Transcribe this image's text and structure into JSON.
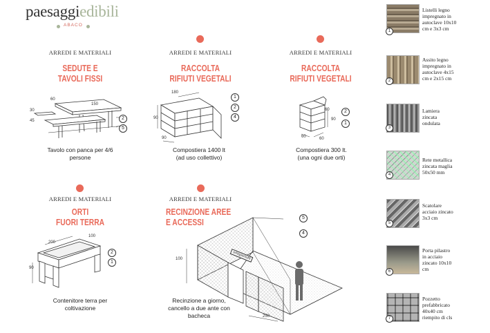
{
  "header": {
    "logo_a": "paesaggi",
    "logo_b": "edibili",
    "sub": "ABACO"
  },
  "colors": {
    "accent": "#e96a5a",
    "green": "#a8b59a"
  },
  "cards": [
    {
      "kicker": "ARREDI E MATERIALI",
      "title1": "SEDUTE E",
      "title2": "TAVOLI FISSI",
      "cap1": "Tavolo con panca per 4/6",
      "cap2": "persone",
      "dims": [
        "60",
        "150",
        "30",
        "45"
      ],
      "callouts": [
        "2",
        "5"
      ]
    },
    {
      "kicker": "ARREDI E MATERIALI",
      "title1": "RACCOLTA",
      "title2": "RIFIUTI VEGETALI",
      "cap1": "Compostiera 1400 lt",
      "cap2": "(ad uso collettivo)",
      "dims": [
        "180",
        "90",
        "90"
      ],
      "callouts": [
        "1",
        "2",
        "4"
      ]
    },
    {
      "kicker": "ARREDI E MATERIALI",
      "title1": "RACCOLTA",
      "title2": "RIFIUTI VEGETALI",
      "cap1": "Compostiera 300 lt.",
      "cap2": "(una ogni due orti)",
      "dims": [
        "60",
        "90",
        "60",
        "60"
      ],
      "callouts": [
        "2",
        "1"
      ]
    },
    {
      "kicker": "ARREDI E MATERIALI",
      "title1": "ORTI",
      "title2": "FUORI TERRA",
      "cap1": "Contenitore terra per",
      "cap2": "coltivazione",
      "dims": [
        "200",
        "100",
        "90"
      ],
      "callouts": [
        "2",
        "1"
      ]
    },
    {
      "kicker": "ARREDI E MATERIALI",
      "title1": "RECINZIONE AREE",
      "title2": "E ACCESSI",
      "cap1": "Recinzione a giorno,",
      "cap2": "cancello a due ante con",
      "cap3": "bacheca",
      "dims": [
        "100",
        "250"
      ],
      "callouts": [
        "5",
        "4"
      ],
      "sign": "ortispertutti"
    }
  ],
  "materials": [
    {
      "num": "1",
      "lines": [
        "Listelli legno",
        "impregnato in",
        "autoclave 10x10",
        "cm e 3x3 cm"
      ]
    },
    {
      "num": "2",
      "lines": [
        "Assito legno",
        "impregnato in",
        "autoclave 4x15",
        "cm e 2x15 cm"
      ]
    },
    {
      "num": "3",
      "lines": [
        "Lamiera",
        "zincata",
        "ondulata"
      ]
    },
    {
      "num": "4",
      "lines": [
        "Rete metallica",
        "zincata maglia",
        "50x50 mm"
      ]
    },
    {
      "num": "5",
      "lines": [
        "Scatolare",
        "acciaio zincato",
        "3x3 cm"
      ]
    },
    {
      "num": "6",
      "lines": [
        "Porta pilastro",
        "in acciaio",
        "zincato 10x10",
        "cm"
      ]
    },
    {
      "num": "7",
      "lines": [
        "Pozzetto",
        "prefabbricato",
        "40x40 cm",
        "riempito di cls"
      ]
    }
  ]
}
